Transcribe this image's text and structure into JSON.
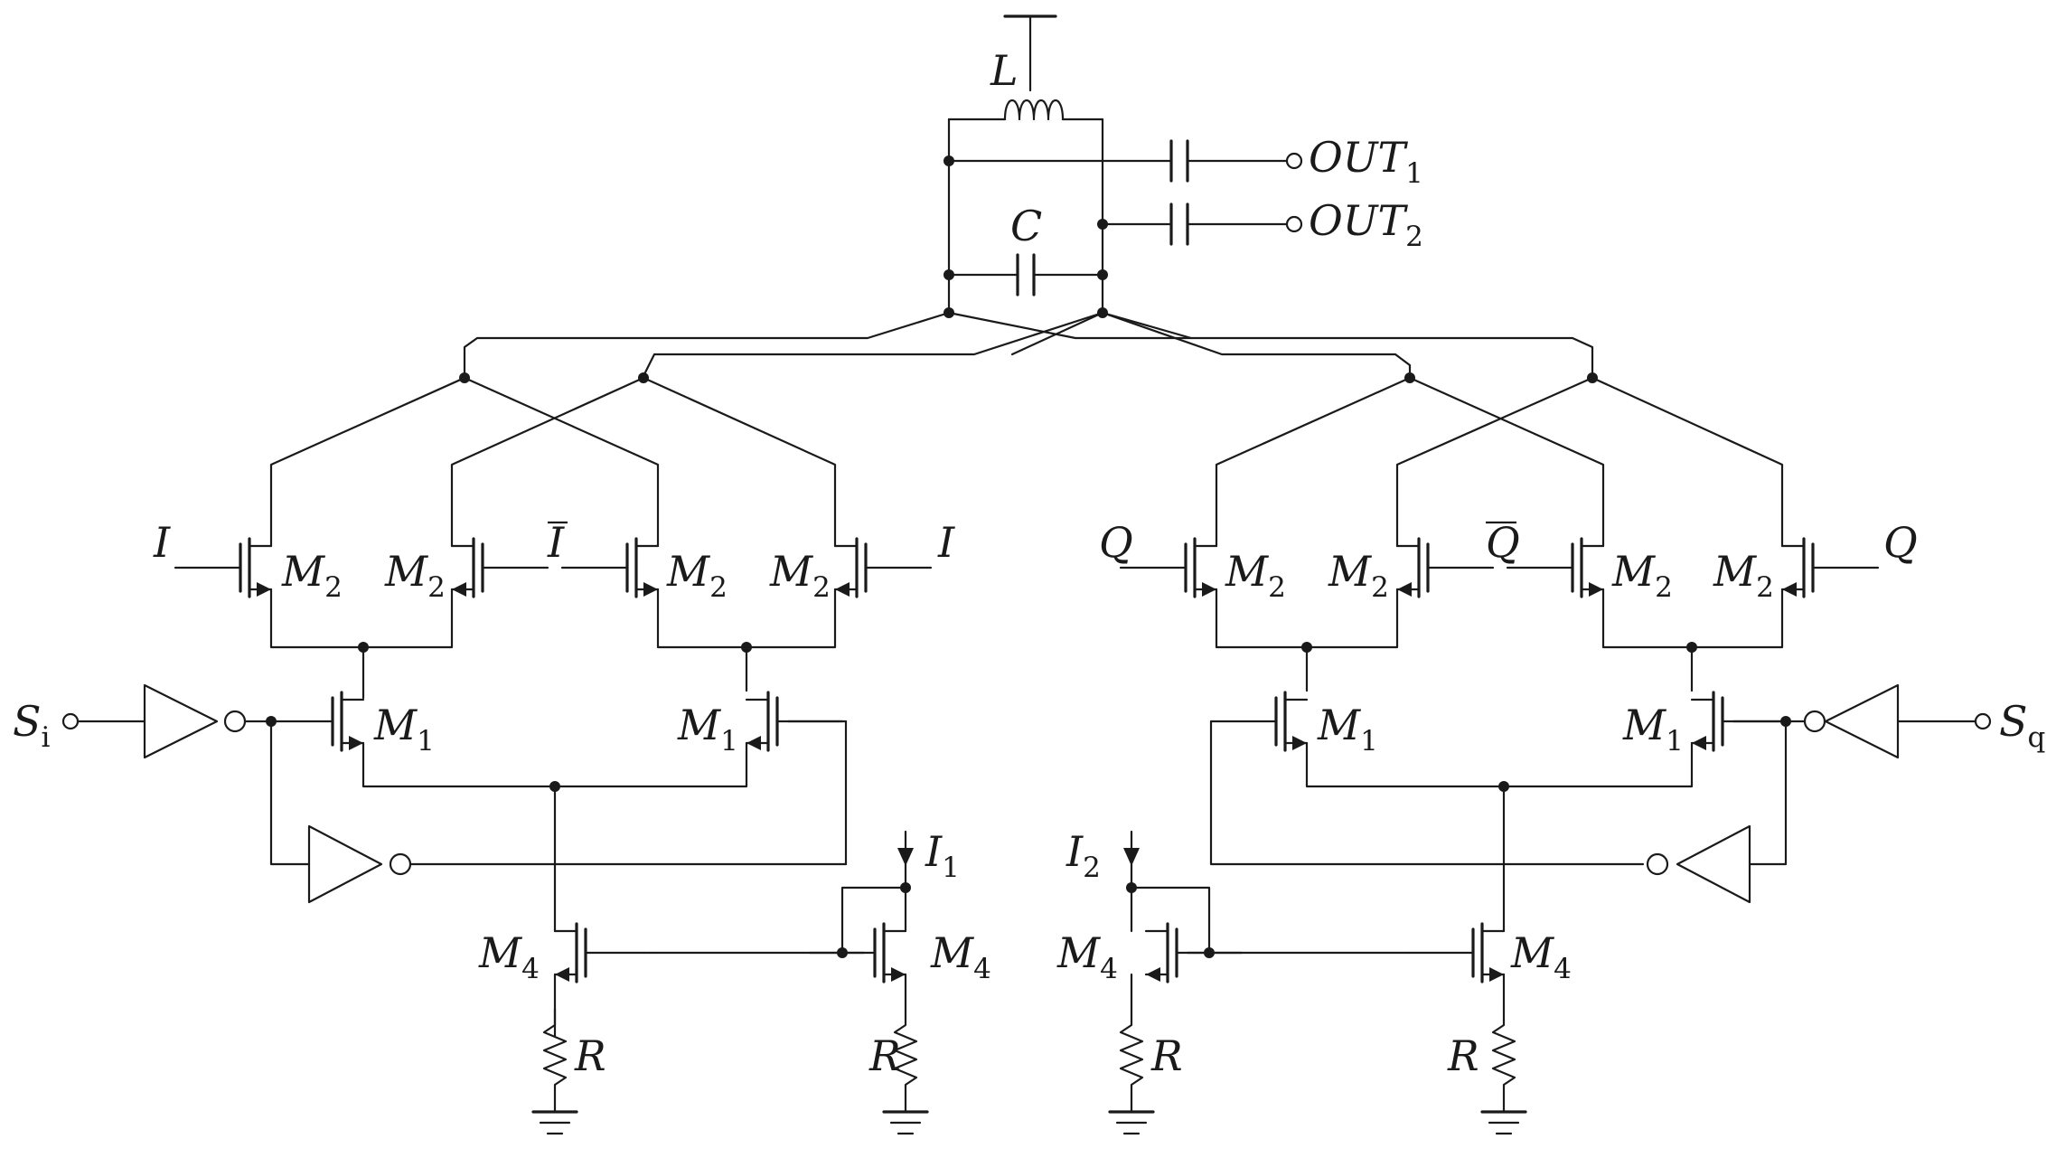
{
  "diagram": {
    "labels": {
      "inductor": "L",
      "capacitor": "C",
      "out1": {
        "main": "OUT",
        "sub": "1"
      },
      "out2": {
        "main": "OUT",
        "sub": "2"
      },
      "m1": {
        "main": "M",
        "sub": "1"
      },
      "m2": {
        "main": "M",
        "sub": "2"
      },
      "m4": {
        "main": "M",
        "sub": "4"
      },
      "resistor": "R",
      "i_in": "I",
      "i_bar": "I",
      "q_in": "Q",
      "q_bar": "Q",
      "si": {
        "main": "S",
        "sub": "i"
      },
      "sq": {
        "main": "S",
        "sub": "q"
      },
      "i1": {
        "main": "I",
        "sub": "1"
      },
      "i2": {
        "main": "I",
        "sub": "2"
      }
    }
  }
}
